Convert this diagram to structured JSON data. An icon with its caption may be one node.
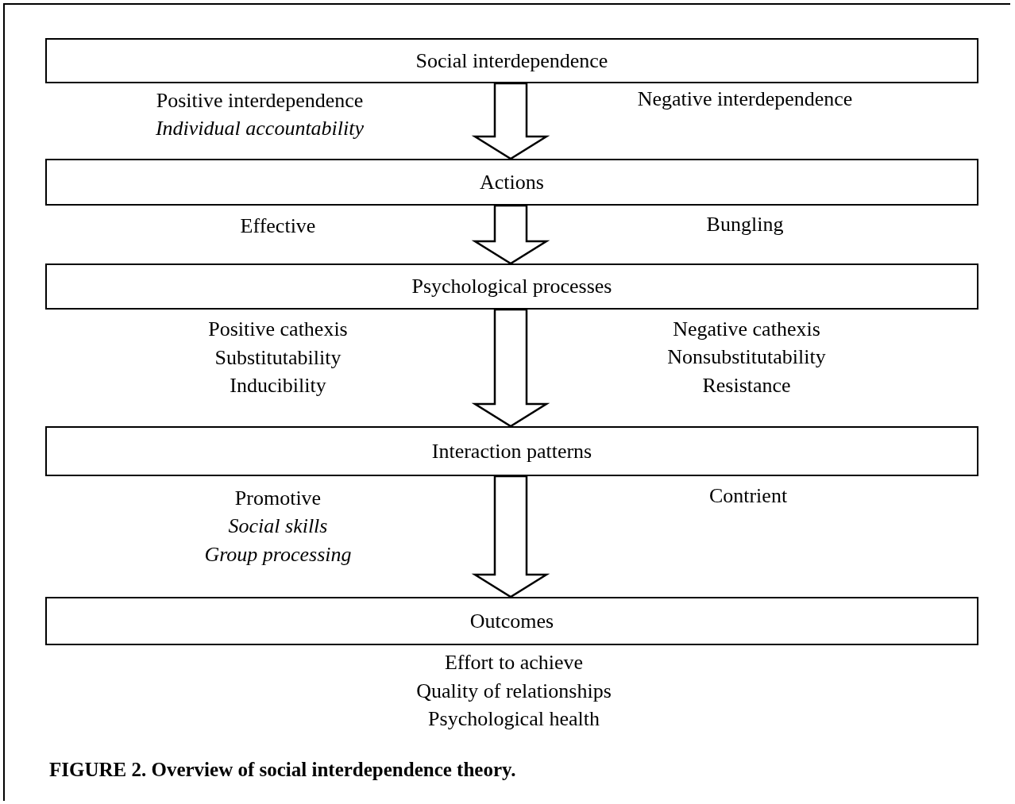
{
  "diagram": {
    "caption": "FIGURE 2. Overview of social interdependence theory.",
    "nodes": [
      {
        "text": [
          "Social interdependence"
        ]
      },
      {
        "text": [
          "Actions"
        ]
      },
      {
        "text": [
          "Psychological processes"
        ]
      },
      {
        "text": [
          "Interaction patterns"
        ]
      },
      {
        "text": [
          "Outcomes"
        ]
      }
    ],
    "edges": [
      {
        "from": 0,
        "to": 1,
        "arrow": "to"
      },
      {
        "from": 1,
        "to": 2,
        "arrow": "to"
      },
      {
        "from": 2,
        "to": 3,
        "arrow": "to"
      },
      {
        "from": 3,
        "to": 4,
        "arrow": "to"
      }
    ],
    "labels": [
      "Positive interdependence",
      "*Individual accountability*",
      "Negative interdependence",
      "Effective",
      "Bungling",
      "Positive cathexis",
      "Substitutability",
      "Inducibility",
      "Negative cathexis",
      "Nonsubstitutability",
      "Resistance",
      "Promotive",
      "*Social skills*",
      "*Group processing*",
      "Contrient",
      "Effort to achieve",
      "Quality of relationships",
      "Psychological health"
    ]
  }
}
